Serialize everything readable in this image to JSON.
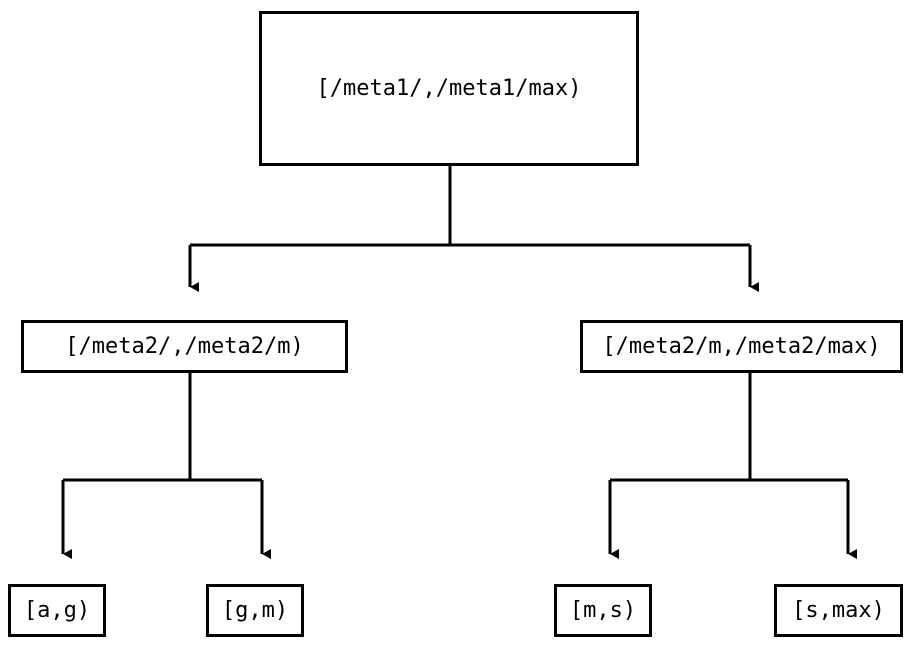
{
  "diagram": {
    "type": "interval-partition-tree",
    "background_color": "#ffffff",
    "stroke_color": "#000000",
    "text_color": "#000000",
    "root": {
      "id": "root",
      "label": "[/meta1/,/meta1/max)"
    },
    "level2": [
      {
        "id": "mid-left",
        "label": "[/meta2/,/meta2/m)"
      },
      {
        "id": "mid-right",
        "label": "[/meta2/m,/meta2/max)"
      }
    ],
    "leaves": [
      {
        "id": "leaf-a-g",
        "label": "[a,g)"
      },
      {
        "id": "leaf-g-m",
        "label": "[g,m)"
      },
      {
        "id": "leaf-m-s",
        "label": "[m,s)"
      },
      {
        "id": "leaf-s-max",
        "label": "[s,max)"
      }
    ]
  }
}
